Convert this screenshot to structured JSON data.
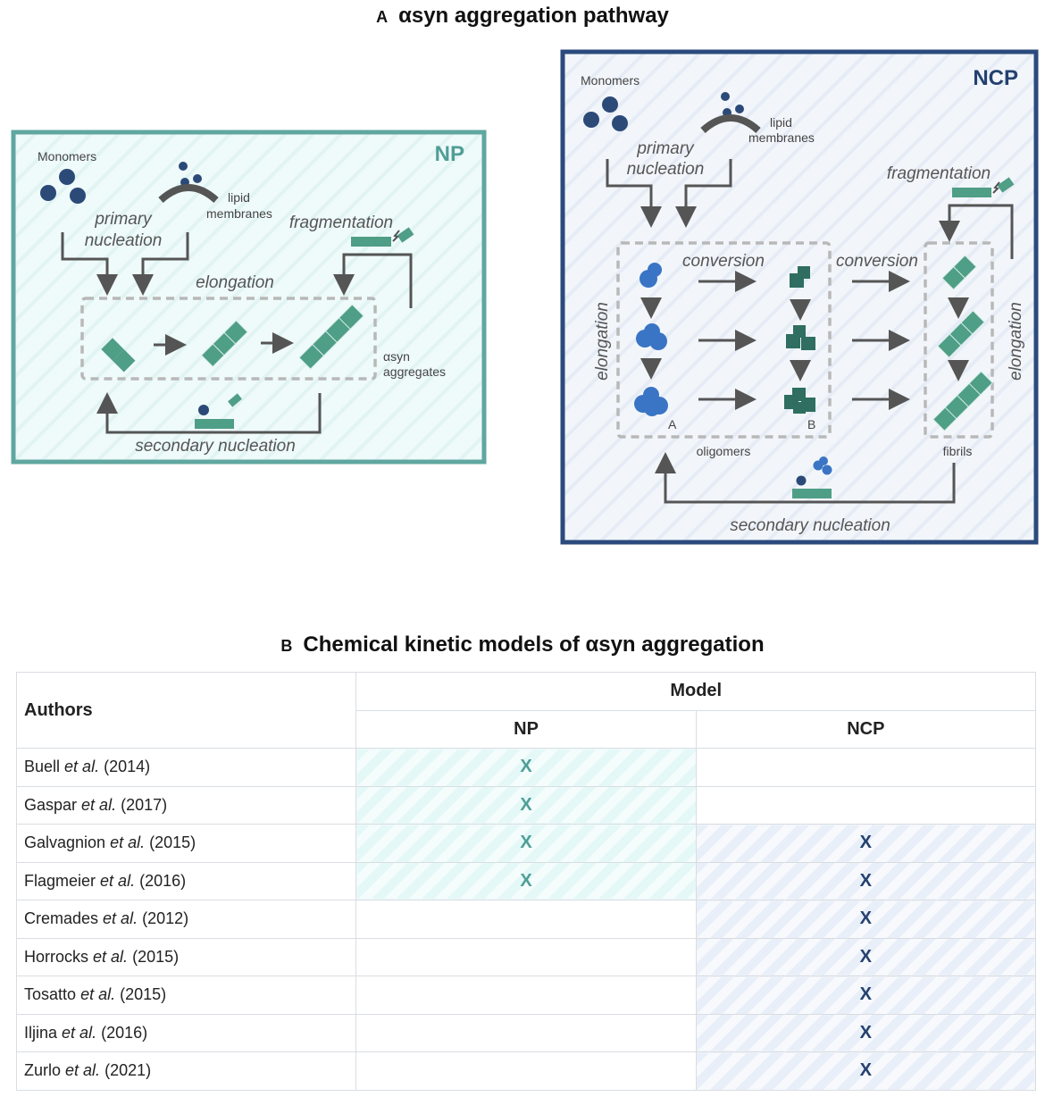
{
  "panel_a": {
    "letter": "A",
    "title": "αsyn aggregation pathway",
    "np": {
      "label": "NP",
      "monomers": "Monomers",
      "lipid": "lipid",
      "membranes": "membranes",
      "primary": "primary",
      "nucleation": "nucleation",
      "fragmentation": "fragmentation",
      "elongation": "elongation",
      "asyn": "αsyn",
      "aggregates": "aggregates",
      "secondary_nucleation": "secondary nucleation"
    },
    "ncp": {
      "label": "NCP",
      "monomers": "Monomers",
      "lipid": "lipid",
      "membranes": "membranes",
      "primary": "primary",
      "nucleation": "nucleation",
      "fragmentation": "fragmentation",
      "conversion_1": "conversion",
      "conversion_2": "conversion",
      "elongation_left": "elongation",
      "elongation_right": "elongation",
      "oligomers": "oligomers",
      "fibrils": "fibrils",
      "label_a": "A",
      "label_b": "B",
      "secondary_nucleation": "secondary nucleation"
    },
    "colors": {
      "np_border": "#5fa7a0",
      "ncp_border": "#2b4a7d",
      "fibril": "#4f9e86",
      "monomer": "#2c4a78",
      "oligomer_a": "#3a74c4",
      "oligomer_b": "#2f6e60"
    }
  },
  "panel_b": {
    "letter": "B",
    "title": "Chemical kinetic models of αsyn aggregation",
    "header": {
      "authors": "Authors",
      "model": "Model",
      "np": "NP",
      "ncp": "NCP"
    },
    "rows": [
      {
        "name": "Buell",
        "etal": "et al.",
        "year": "(2014)",
        "np": "X",
        "ncp": ""
      },
      {
        "name": "Gaspar",
        "etal": "et al.",
        "year": "(2017)",
        "np": "X",
        "ncp": ""
      },
      {
        "name": "Galvagnion",
        "etal": "et al.",
        "year": "(2015)",
        "np": "X",
        "ncp": "X"
      },
      {
        "name": "Flagmeier",
        "etal": "et al.",
        "year": "(2016)",
        "np": "X",
        "ncp": "X"
      },
      {
        "name": "Cremades",
        "etal": "et al.",
        "year": "(2012)",
        "np": "",
        "ncp": "X"
      },
      {
        "name": "Horrocks",
        "etal": "et al.",
        "year": "(2015)",
        "np": "",
        "ncp": "X"
      },
      {
        "name": "Tosatto",
        "etal": "et al.",
        "year": "(2015)",
        "np": "",
        "ncp": "X"
      },
      {
        "name": "Iljina",
        "etal": "et al.",
        "year": "(2016)",
        "np": "",
        "ncp": "X"
      },
      {
        "name": "Zurlo",
        "etal": "et al.",
        "year": "(2021)",
        "np": "",
        "ncp": "X"
      }
    ]
  }
}
